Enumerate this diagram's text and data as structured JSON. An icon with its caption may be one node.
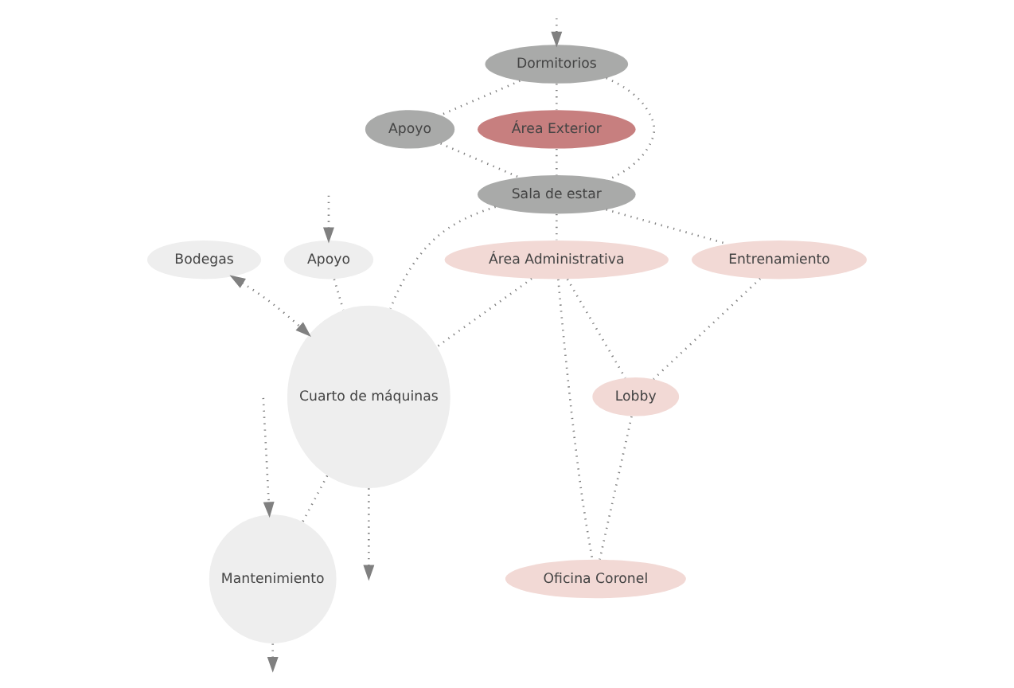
{
  "diagram": {
    "nodes": [
      {
        "text": [
          "Bodegas"
        ]
      },
      {
        "text": [
          "Dormitorios"
        ]
      },
      {
        "text": [
          "Apoyo"
        ]
      },
      {
        "text": [
          "Área Exterior"
        ]
      },
      {
        "text": [
          "Sala de estar"
        ]
      },
      {
        "text": [
          "Apoyo"
        ]
      },
      {
        "text": [
          "Cuarto de máquinas"
        ]
      },
      {
        "text": [
          "Mantenimiento"
        ]
      },
      {
        "text": [
          "Entrenamiento"
        ]
      },
      {
        "text": [
          "Área Administrativa"
        ]
      },
      {
        "text": [
          "Lobby"
        ]
      },
      {
        "text": [
          "Oficina Coronel"
        ]
      }
    ],
    "edges": [
      {
        "from": null,
        "to": 1,
        "arrow": "to"
      },
      {
        "from": 1,
        "to": 2,
        "arrow": "none"
      },
      {
        "from": 1,
        "to": 3,
        "arrow": "none"
      },
      {
        "from": 1,
        "to": 4,
        "arrow": "none"
      },
      {
        "from": 2,
        "to": 4,
        "arrow": "none"
      },
      {
        "from": 3,
        "to": 4,
        "arrow": "none"
      },
      {
        "from": 0,
        "to": 6,
        "arrow": "both"
      },
      {
        "from": null,
        "to": 5,
        "arrow": "to"
      },
      {
        "from": 5,
        "to": 6,
        "arrow": "none"
      },
      {
        "from": 4,
        "to": 6,
        "arrow": "none"
      },
      {
        "from": 6,
        "to": 7,
        "arrow": "none"
      },
      {
        "from": null,
        "to": 7,
        "arrow": "to"
      },
      {
        "from": 4,
        "to": 8,
        "arrow": "none"
      },
      {
        "from": 4,
        "to": 9,
        "arrow": "none"
      },
      {
        "from": 9,
        "to": 6,
        "arrow": "none"
      },
      {
        "from": 9,
        "to": 10,
        "arrow": "none"
      },
      {
        "from": 8,
        "to": 10,
        "arrow": "none"
      },
      {
        "from": 9,
        "to": 11,
        "arrow": "none"
      },
      {
        "from": 10,
        "to": 11,
        "arrow": "none"
      },
      {
        "from": 6,
        "to": null,
        "arrow": "to"
      },
      {
        "from": 7,
        "to": null,
        "arrow": "to"
      }
    ]
  }
}
